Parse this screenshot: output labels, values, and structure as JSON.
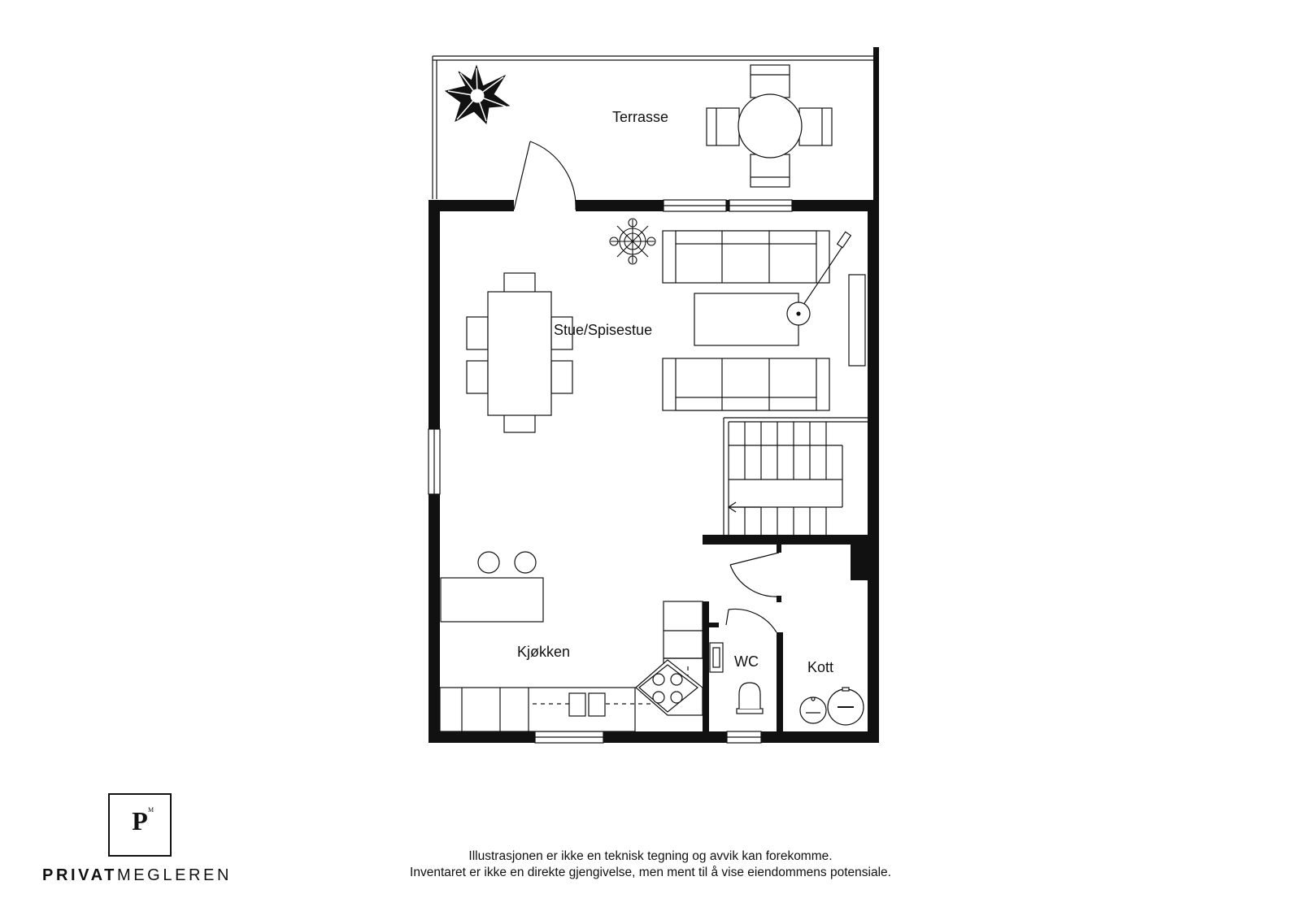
{
  "rooms": {
    "terrace": "Terrasse",
    "living": "Stue/Spisestue",
    "kitchen": "Kjøkken",
    "wc": "WC",
    "storage": "Kott"
  },
  "logo": {
    "mark": "P",
    "mark_sup": "M",
    "brand_bold": "PRIVAT",
    "brand_regular": "MEGLEREN"
  },
  "disclaimer": {
    "line1": "Illustrasjonen er ikke en teknisk tegning og avvik kan forekomme.",
    "line2": "Inventaret er ikke en direkte gjengivelse, men ment til å vise eiendommens potensiale."
  }
}
